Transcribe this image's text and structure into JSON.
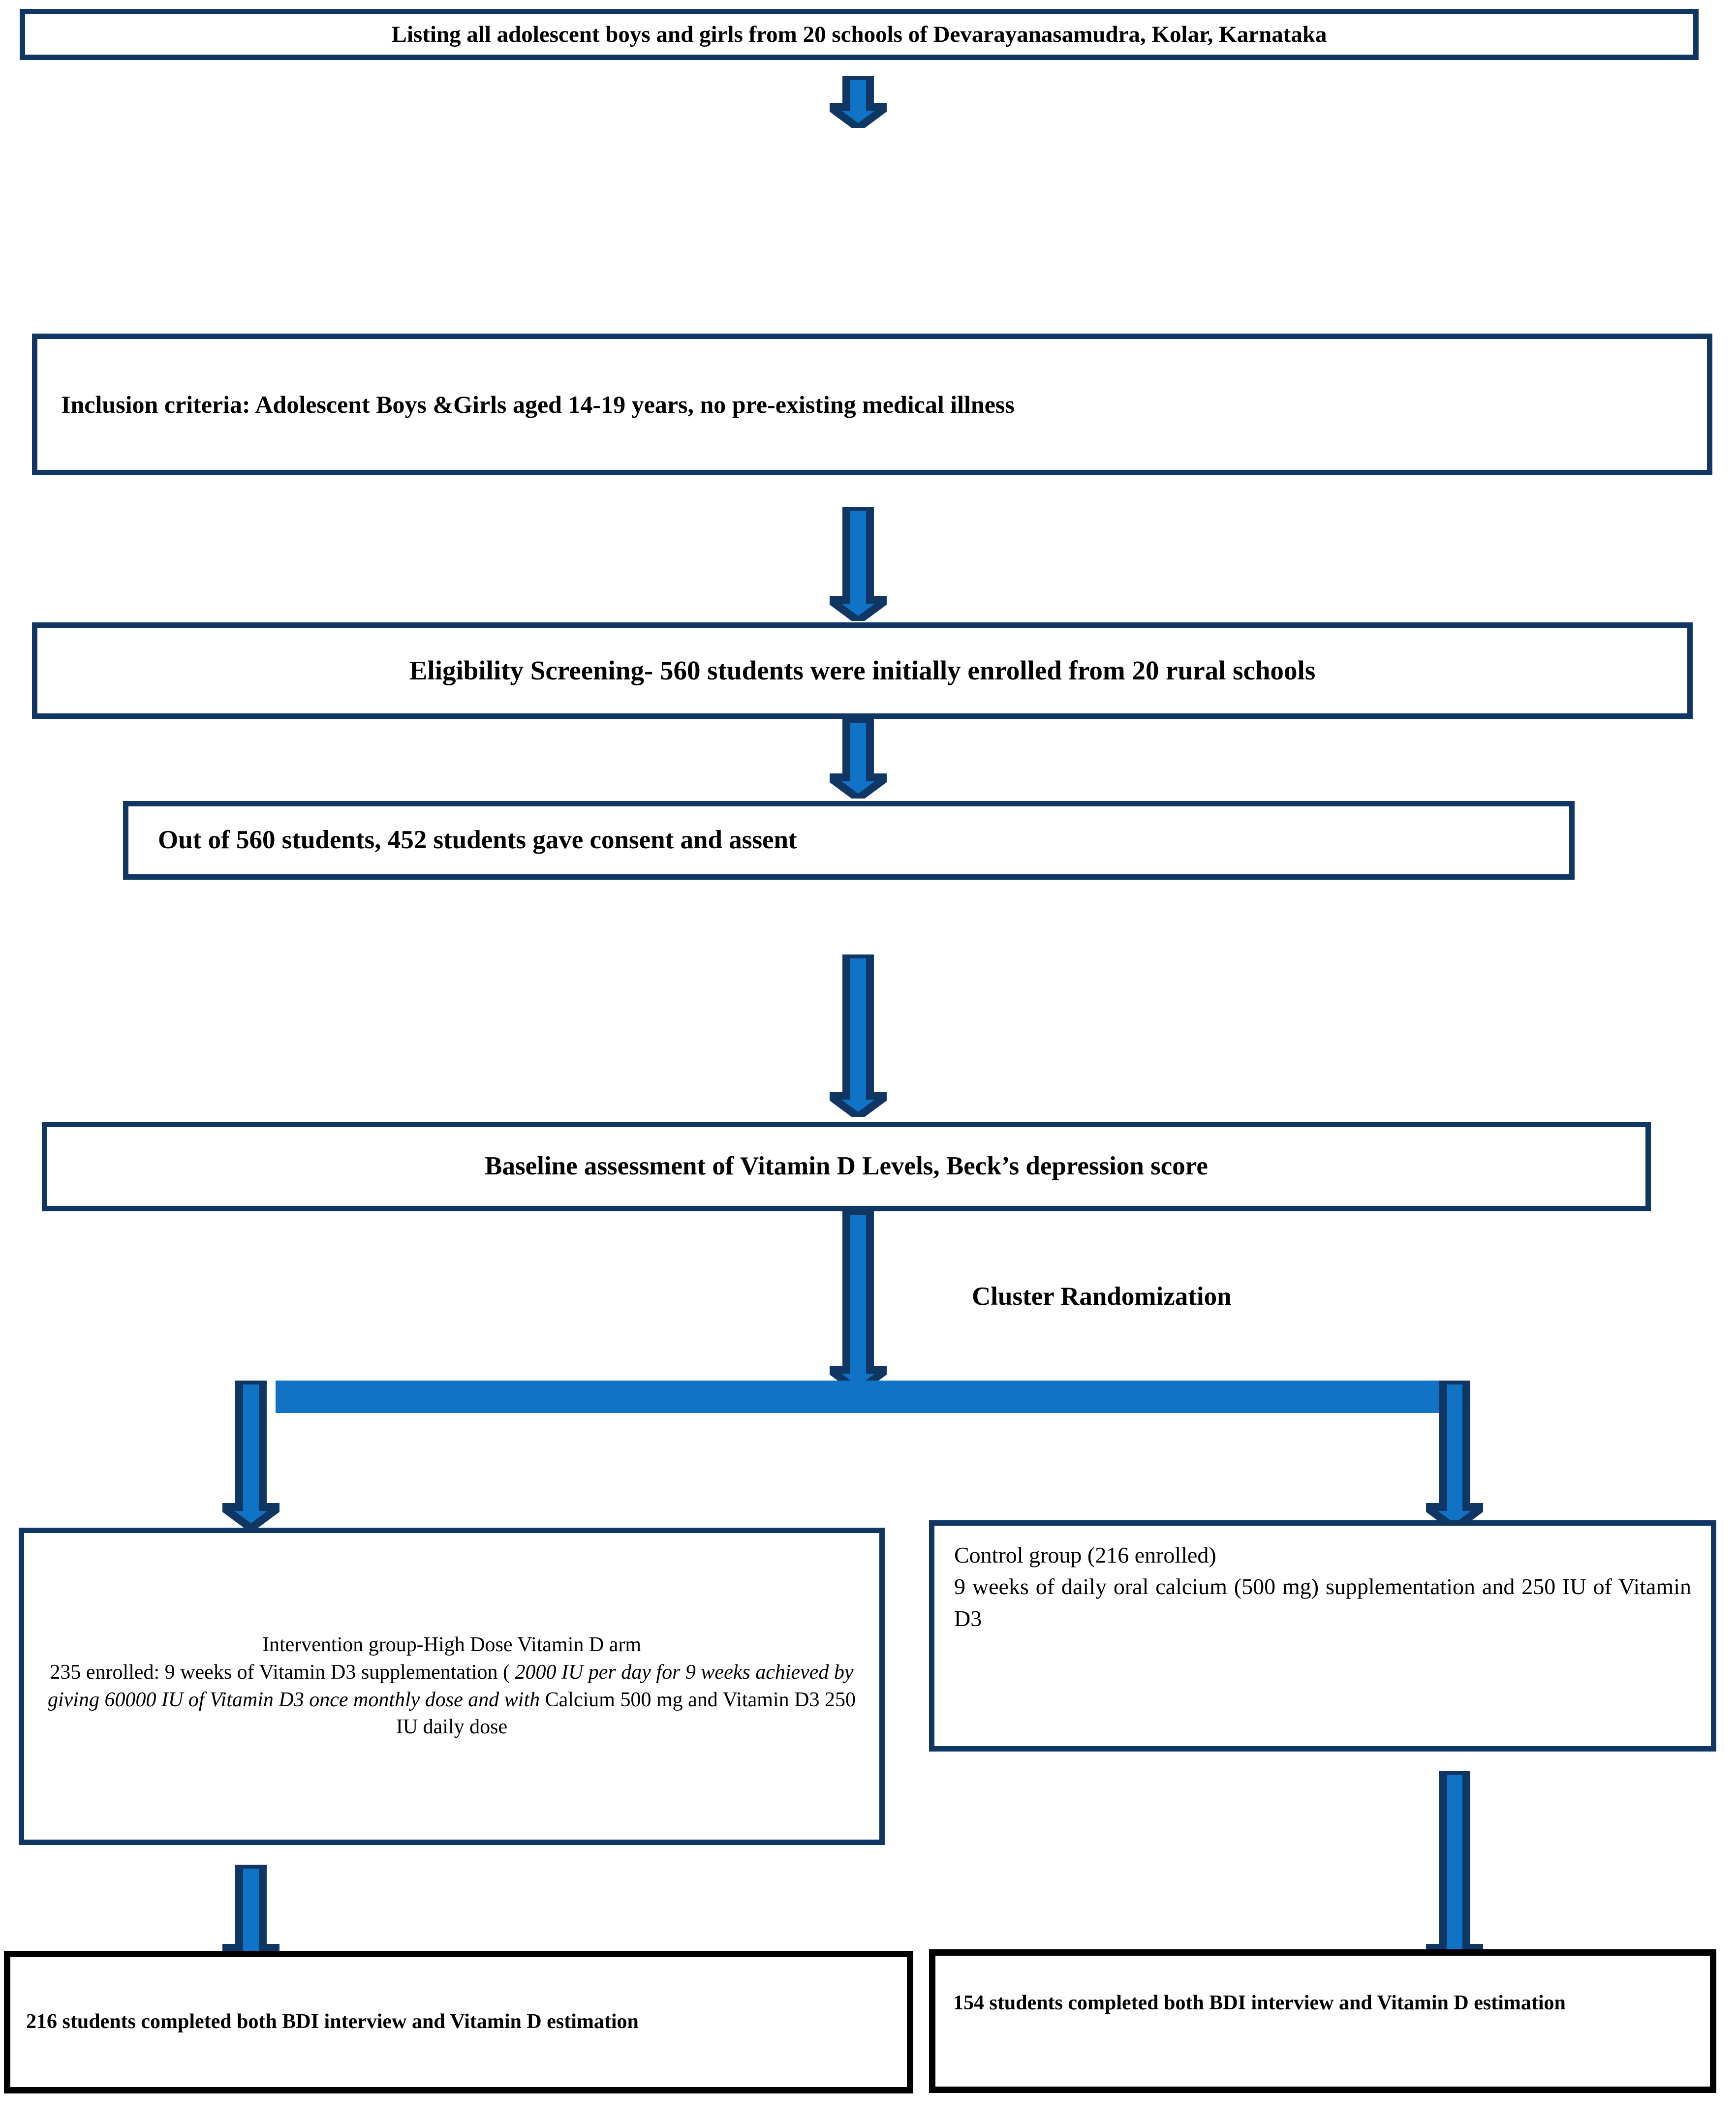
{
  "diagram": {
    "title": "CONSORT-style participant flow diagram",
    "colors": {
      "box_border_navy": "#103663",
      "box_border_black": "#000000",
      "arrow_fill": "#1073C6",
      "arrow_outline": "#103663",
      "background": "#FFFFFF",
      "text": "#000000"
    },
    "nodes": [
      {
        "id": "listing",
        "label": "Listing all adolescent boys and girls from 20 schools of Devarayanasamudra, Kolar, Karnataka"
      },
      {
        "id": "inclusion",
        "label": "Inclusion criteria: Adolescent Boys &Girls aged 14-19 years, no pre-existing medical illness"
      },
      {
        "id": "eligibility",
        "label": "Eligibility Screening- 560 students were initially enrolled from 20 rural schools"
      },
      {
        "id": "consent",
        "label": "Out of 560 students, 452 students gave consent and assent"
      },
      {
        "id": "baseline",
        "label": "Baseline assessment of Vitamin D Levels, Beck’s depression score"
      },
      {
        "id": "intervention",
        "line1": "Intervention group-High Dose Vitamin D arm",
        "line2_plain_a": "235 enrolled: 9 weeks of Vitamin D3 supplementation ( ",
        "line2_italic": "2000 IU per day for 9 weeks achieved by giving 60000 IU of Vitamin D3 once monthly dose and with",
        "line2_plain_b": " Calcium 500 mg and Vitamin D3 250 IU daily dose"
      },
      {
        "id": "control",
        "line1": "Control group (216 enrolled)",
        "line2": "9 weeks of daily oral calcium (500 mg) supplementation and 250 IU of Vitamin D3"
      },
      {
        "id": "outcome-intervention",
        "label": "216 students completed both BDI interview and Vitamin D estimation"
      },
      {
        "id": "outcome-control",
        "label": "154 students completed both BDI interview and Vitamin D estimation"
      }
    ],
    "annotations": [
      {
        "id": "cluster-randomization",
        "label": "Cluster Randomization"
      }
    ]
  }
}
